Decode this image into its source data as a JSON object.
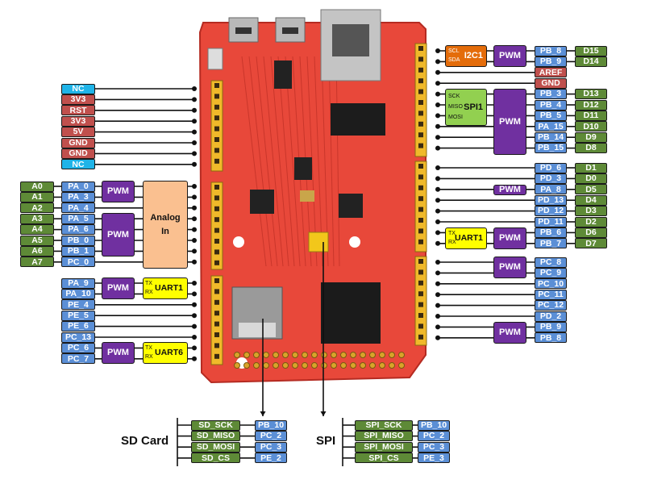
{
  "colors": {
    "nc": "#1fb4e8",
    "power": "#c0504d",
    "gpio": "#5b8fd6",
    "arduino": "#5e8a37",
    "pwm": "#7030a0",
    "uart": "#ffff00",
    "i2c": "#e46c0a",
    "spi": "#92d050",
    "analog": "#fac090",
    "board": "#e8483a"
  },
  "left": {
    "power_pins": [
      {
        "label": "NC",
        "type": "nc"
      },
      {
        "label": "3V3",
        "type": "power"
      },
      {
        "label": "RST",
        "type": "power"
      },
      {
        "label": "3V3",
        "type": "power"
      },
      {
        "label": "5V",
        "type": "power"
      },
      {
        "label": "GND",
        "type": "power"
      },
      {
        "label": "GND",
        "type": "power"
      },
      {
        "label": "NC",
        "type": "nc"
      }
    ],
    "analog_pins": [
      {
        "arduino": "A0",
        "pin": "PA_0"
      },
      {
        "arduino": "A1",
        "pin": "PA_3"
      },
      {
        "arduino": "A2",
        "pin": "PA_4"
      },
      {
        "arduino": "A3",
        "pin": "PA_5"
      },
      {
        "arduino": "A4",
        "pin": "PA_6"
      },
      {
        "arduino": "A5",
        "pin": "PB_0"
      },
      {
        "arduino": "A6",
        "pin": "PB_1"
      },
      {
        "arduino": "A7",
        "pin": "PC_0"
      }
    ],
    "analog_pwm_top": "PWM",
    "analog_pwm_bottom": "PWM",
    "analog_in": "Analog In",
    "io_pins": [
      "PA_9",
      "PA_10",
      "PE_4",
      "PE_5",
      "PE_6",
      "PC_13",
      "PC_6",
      "PC_7"
    ],
    "uart1": {
      "pwm": "PWM",
      "tx": "TX",
      "rx": "RX",
      "label": "UART1"
    },
    "uart6": {
      "pwm": "PWM",
      "tx": "TX",
      "rx": "RX",
      "label": "UART6"
    }
  },
  "right": {
    "top_pins": [
      {
        "pin": "PB_8",
        "arduino": "D15",
        "type": "gpio"
      },
      {
        "pin": "PB_9",
        "arduino": "D14",
        "type": "gpio"
      },
      {
        "pin": "AREF",
        "arduino": "",
        "type": "power"
      },
      {
        "pin": "GND",
        "arduino": "",
        "type": "power"
      },
      {
        "pin": "PB_3",
        "arduino": "D13",
        "type": "gpio"
      },
      {
        "pin": "PB_4",
        "arduino": "D12",
        "type": "gpio"
      },
      {
        "pin": "PB_5",
        "arduino": "D11",
        "type": "gpio"
      },
      {
        "pin": "PA_15",
        "arduino": "D10",
        "type": "gpio"
      },
      {
        "pin": "PB_14",
        "arduino": "D9",
        "type": "gpio"
      },
      {
        "pin": "PB_15",
        "arduino": "D8",
        "type": "gpio"
      }
    ],
    "i2c1": {
      "scl": "SCL",
      "sda": "SDA",
      "label": "I2C1",
      "pwm": "PWM"
    },
    "spi1": {
      "sck": "SCK",
      "miso": "MISO",
      "mosi": "MOSI",
      "label": "SPI1",
      "pwm": "PWM"
    },
    "mid_pins": [
      {
        "pin": "PD_6",
        "arduino": "D1"
      },
      {
        "pin": "PD_3",
        "arduino": "D0"
      },
      {
        "pin": "PA_8",
        "arduino": "D5"
      },
      {
        "pin": "PD_13",
        "arduino": "D4"
      },
      {
        "pin": "PD_12",
        "arduino": "D3"
      },
      {
        "pin": "PD_11",
        "arduino": "D2"
      },
      {
        "pin": "PB_6",
        "arduino": "D6"
      },
      {
        "pin": "PB_7",
        "arduino": "D7"
      }
    ],
    "pa8_pwm": "PWM",
    "uart1": {
      "tx": "TX",
      "rx": "RX",
      "label": "UART1",
      "pwm": "PWM"
    },
    "bottom_pins": [
      "PC_8",
      "PC_9",
      "PC_10",
      "PC_11",
      "PC_12",
      "PD_2",
      "PB_9",
      "PB_8"
    ],
    "pc_pwm": "PWM",
    "pb_pwm": "PWM"
  },
  "bottom": {
    "sd_card": {
      "title": "SD Card",
      "rows": [
        {
          "signal": "SD_SCK",
          "pin": "PB_10"
        },
        {
          "signal": "SD_MISO",
          "pin": "PC_2"
        },
        {
          "signal": "SD_MOSI",
          "pin": "PC_3"
        },
        {
          "signal": "SD_CS",
          "pin": "PE_2"
        }
      ]
    },
    "spi": {
      "title": "SPI",
      "rows": [
        {
          "signal": "SPI_SCK",
          "pin": "PB_10"
        },
        {
          "signal": "SPI_MISO",
          "pin": "PC_2"
        },
        {
          "signal": "SPI_MOSI",
          "pin": "PC_3"
        },
        {
          "signal": "SPI_CS",
          "pin": "PE_3"
        }
      ]
    }
  }
}
